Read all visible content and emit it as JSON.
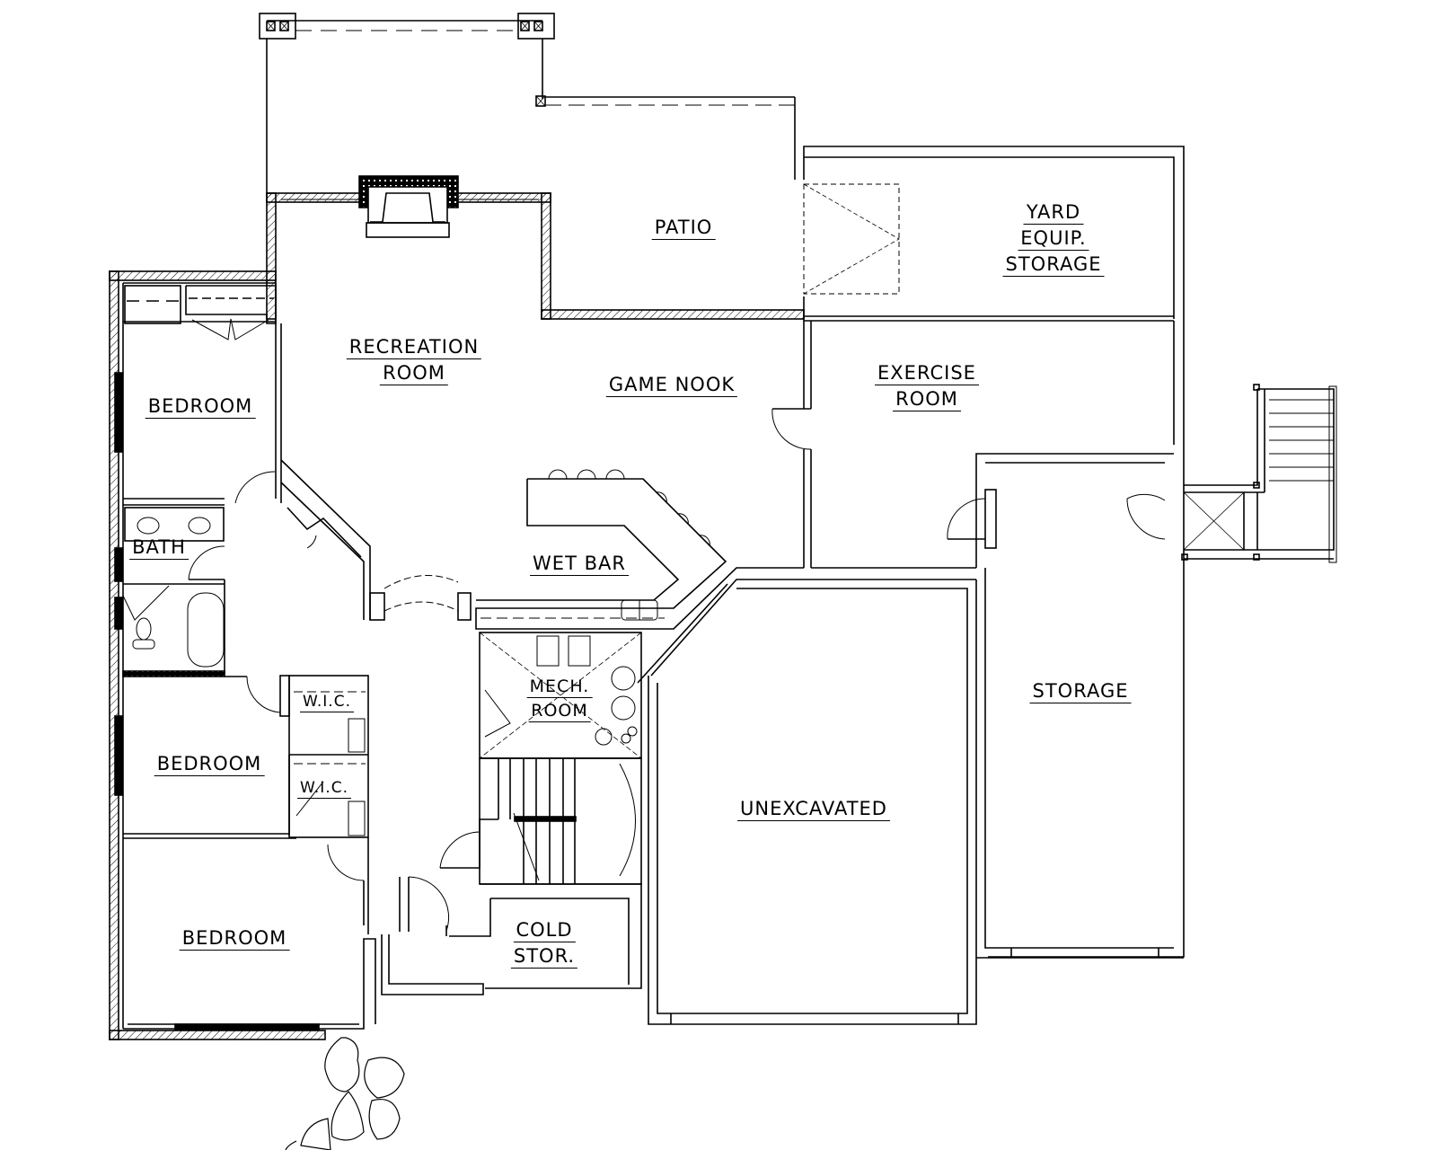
{
  "plan": {
    "type": "basement floor plan",
    "line_color": "#000000",
    "background": "#ffffff"
  },
  "rooms": {
    "patio": {
      "lines": [
        "PATIO"
      ]
    },
    "yard_storage": {
      "lines": [
        "YARD",
        "EQUIP.",
        "STORAGE"
      ]
    },
    "recreation": {
      "lines": [
        "RECREATION",
        "ROOM"
      ]
    },
    "game_nook": {
      "lines": [
        "GAME NOOK"
      ]
    },
    "exercise": {
      "lines": [
        "EXERCISE",
        "ROOM"
      ]
    },
    "bedroom1": {
      "lines": [
        "BEDROOM"
      ]
    },
    "bath": {
      "lines": [
        "BATH"
      ]
    },
    "wet_bar": {
      "lines": [
        "WET BAR"
      ]
    },
    "mech": {
      "lines": [
        "MECH.",
        "ROOM"
      ]
    },
    "storage": {
      "lines": [
        "STORAGE"
      ]
    },
    "wic1": {
      "lines": [
        "W.I.C."
      ]
    },
    "wic2": {
      "lines": [
        "W.I.C."
      ]
    },
    "bedroom2": {
      "lines": [
        "BEDROOM"
      ]
    },
    "unexcavated": {
      "lines": [
        "UNEXCAVATED"
      ]
    },
    "bedroom3": {
      "lines": [
        "BEDROOM"
      ]
    },
    "cold_storage": {
      "lines": [
        "COLD",
        "STOR."
      ]
    }
  }
}
